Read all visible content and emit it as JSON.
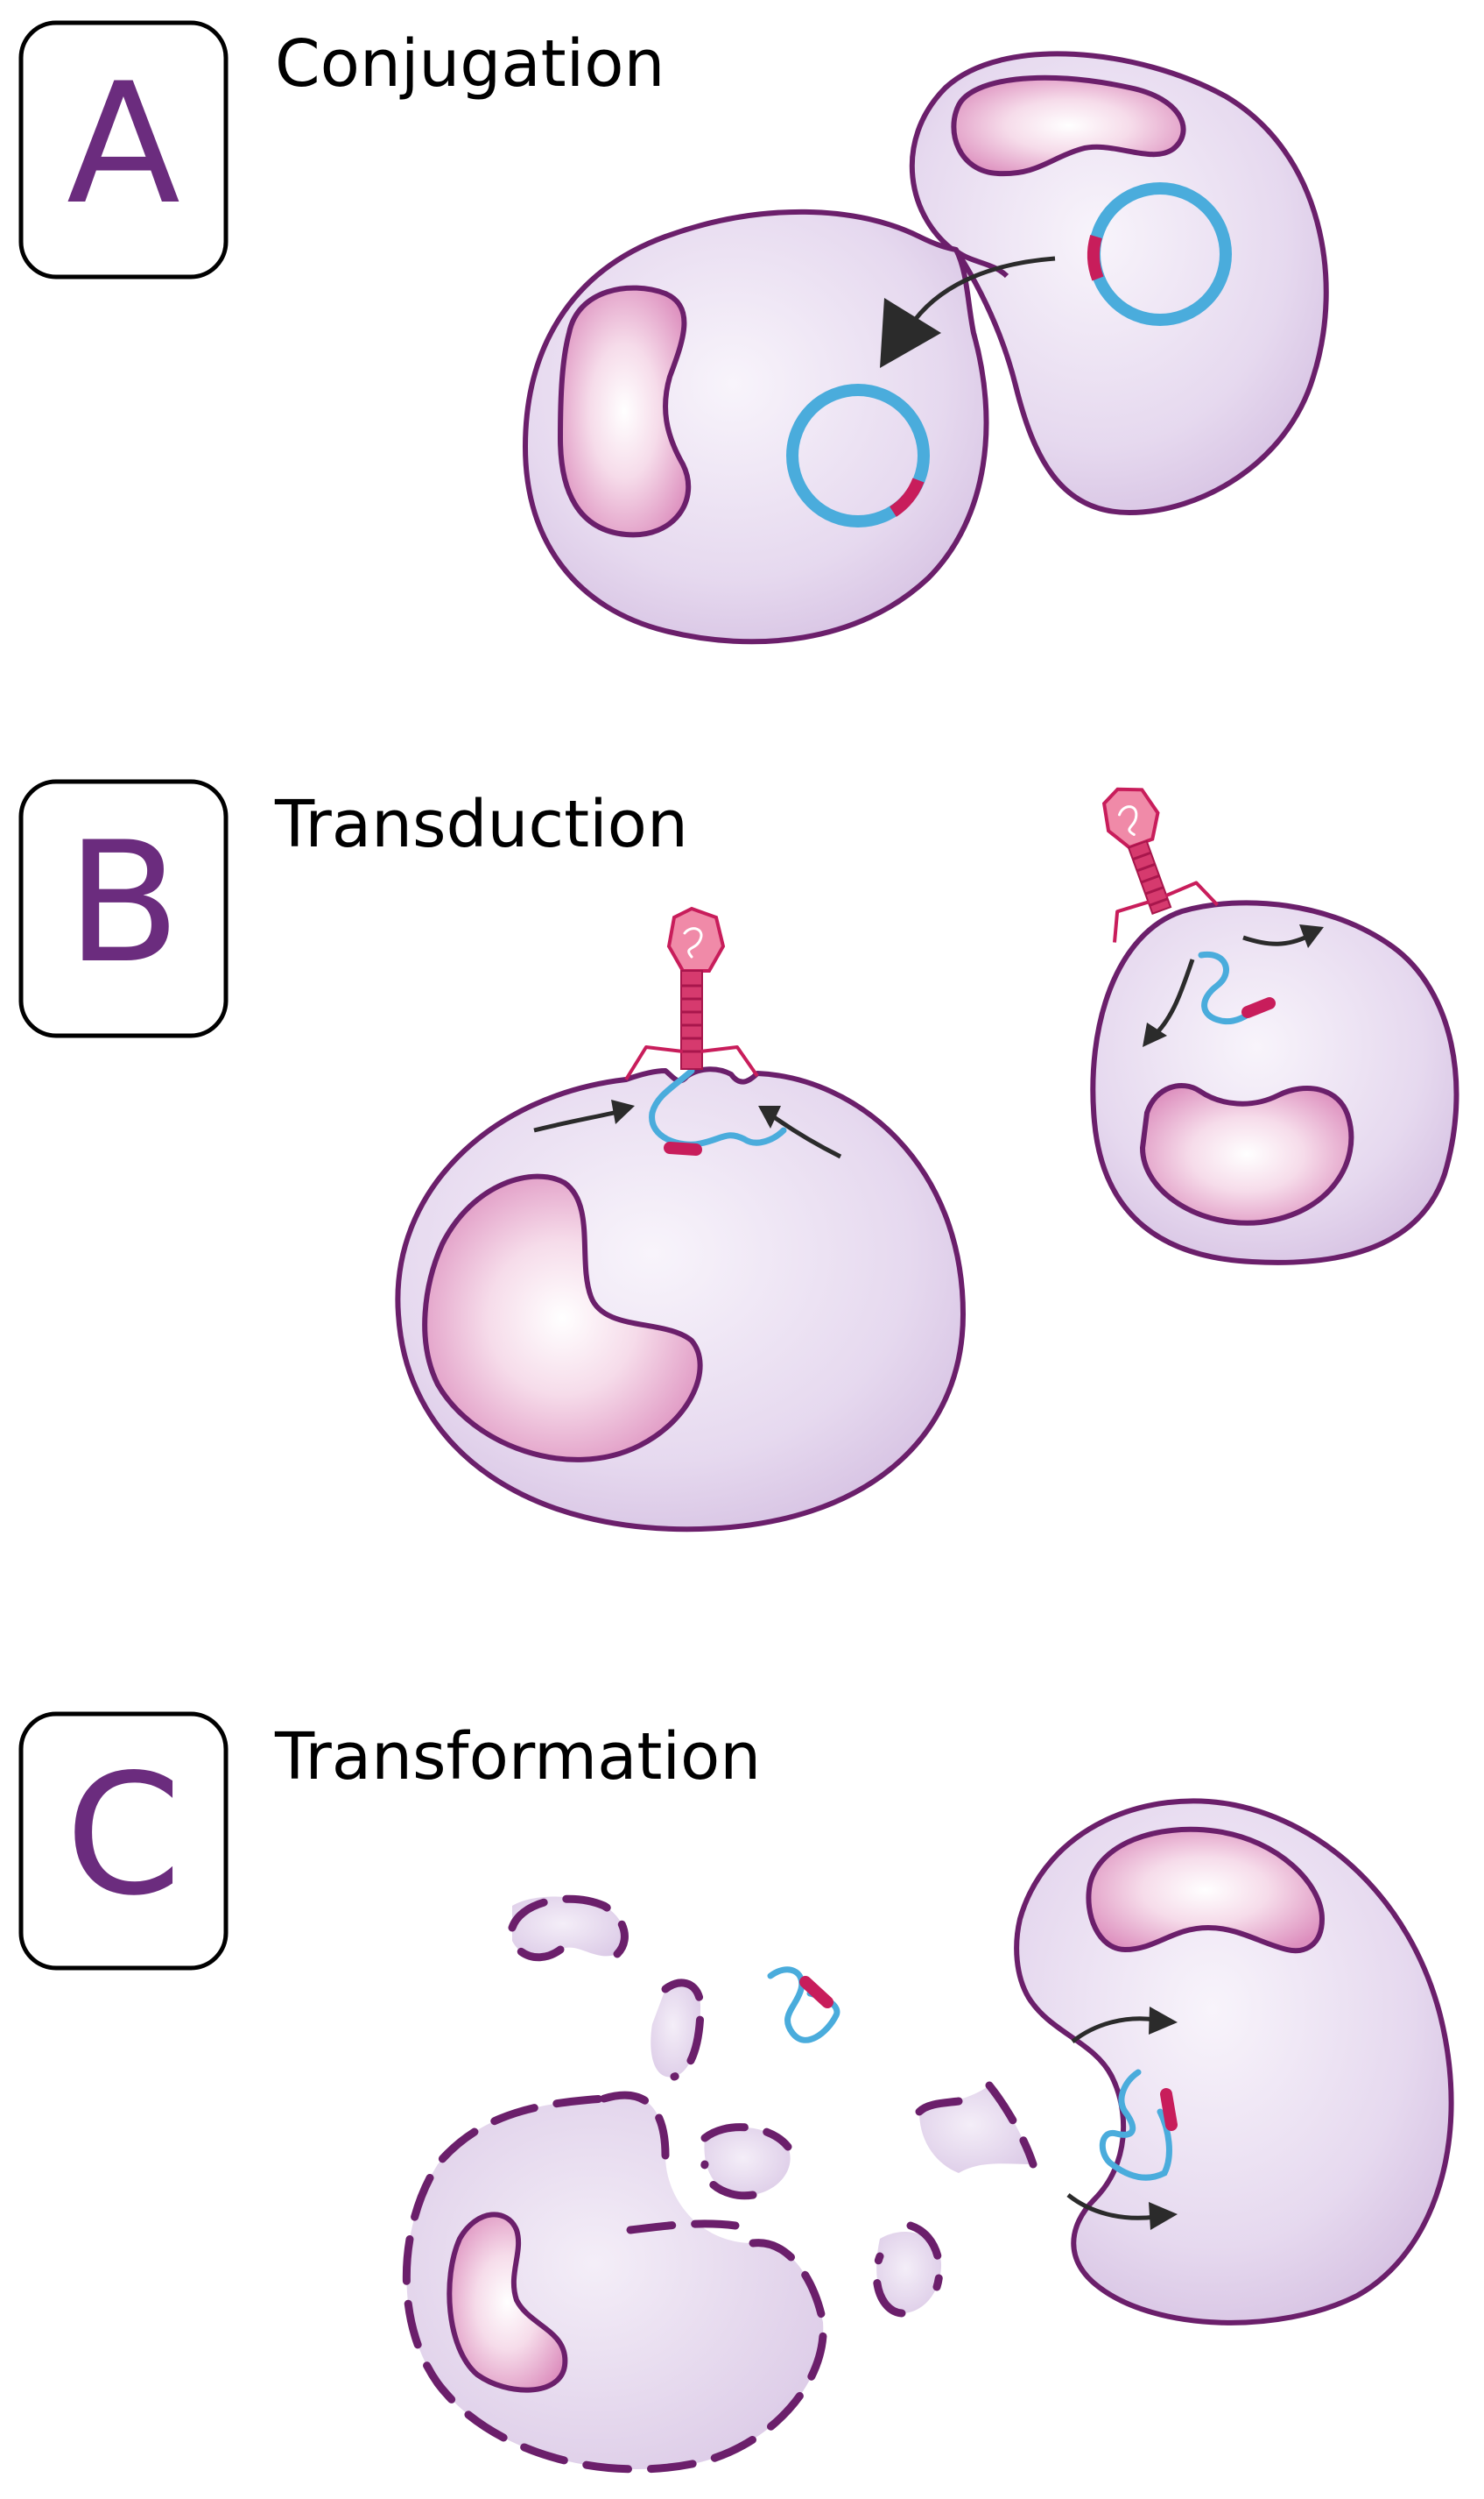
{
  "panels": [
    {
      "letter": "A",
      "title": "Conjugation"
    },
    {
      "letter": "B",
      "title": "Transduction"
    },
    {
      "letter": "C",
      "title": "Transformation"
    }
  ],
  "colors": {
    "outline": "#6b1f6b",
    "letter": "#6b2c7e",
    "cell_fill": "#e6d9ef",
    "nucleus_fill": "#e8a6cc",
    "dna": "#4aacdc",
    "gene_marker": "#c81d5b",
    "phage": "#e8457a",
    "arrow": "#2b2b2b"
  }
}
